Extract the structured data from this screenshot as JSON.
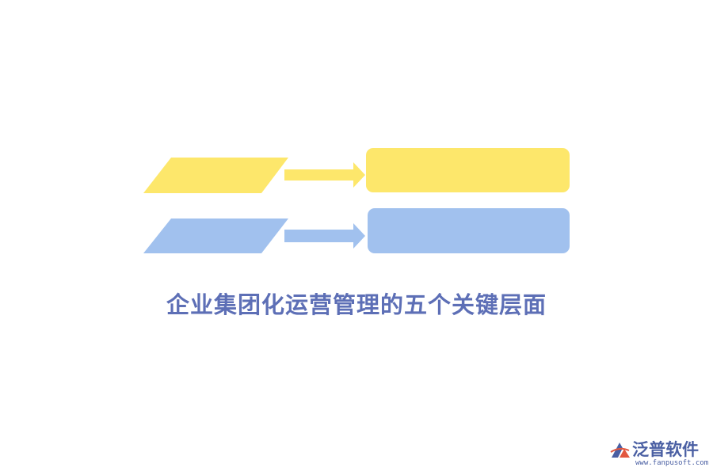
{
  "diagram": {
    "title": "企业集团化运营管理的五个关键层面",
    "rows": [
      {
        "color": "#fde76b",
        "label": ""
      },
      {
        "color": "#a1c1ee",
        "label": ""
      }
    ]
  },
  "brand": {
    "name": "泛普软件",
    "url": "www.fanpusoft.com",
    "colors": {
      "primary": "#4a5fa3",
      "accent": "#e2573f"
    }
  }
}
